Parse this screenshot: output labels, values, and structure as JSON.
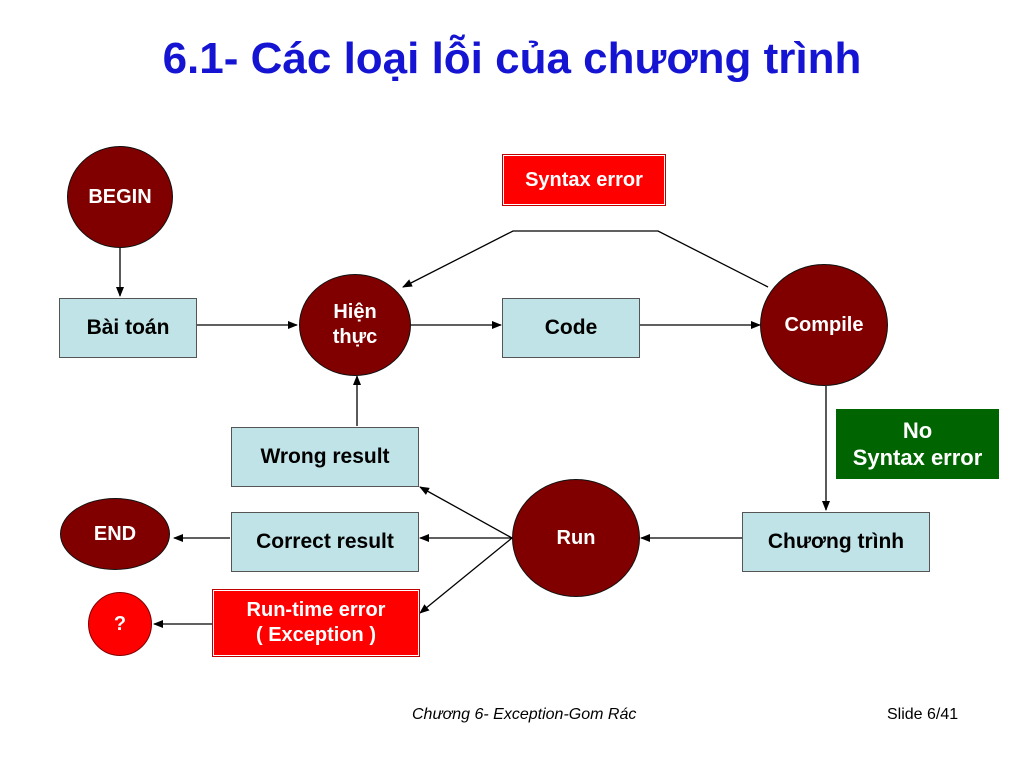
{
  "slide": {
    "title": "6.1- Các loại lỗi của chương trình",
    "footer_center": "Chương 6- Exception-Gom Rác",
    "footer_right": "Slide 6/41"
  },
  "nodes": {
    "begin": "BEGIN",
    "bai_toan": "Bài toán",
    "hien_thuc_line1": "Hiện",
    "hien_thuc_line2": "thực",
    "code": "Code",
    "compile": "Compile",
    "syntax_error": "Syntax error",
    "no_syntax_line1": "No",
    "no_syntax_line2": "Syntax error",
    "chuong_trinh": "Chương trình",
    "run": "Run",
    "wrong_result": "Wrong result",
    "correct_result": "Correct result",
    "end": "END",
    "runtime_line1": "Run-time error",
    "runtime_line2": "( Exception )",
    "question": "?"
  },
  "colors": {
    "title": "#1414d2",
    "circle_fill": "#800000",
    "box_fill": "#bfe3e6",
    "error_fill": "#ff0000",
    "ok_fill": "#006400"
  }
}
